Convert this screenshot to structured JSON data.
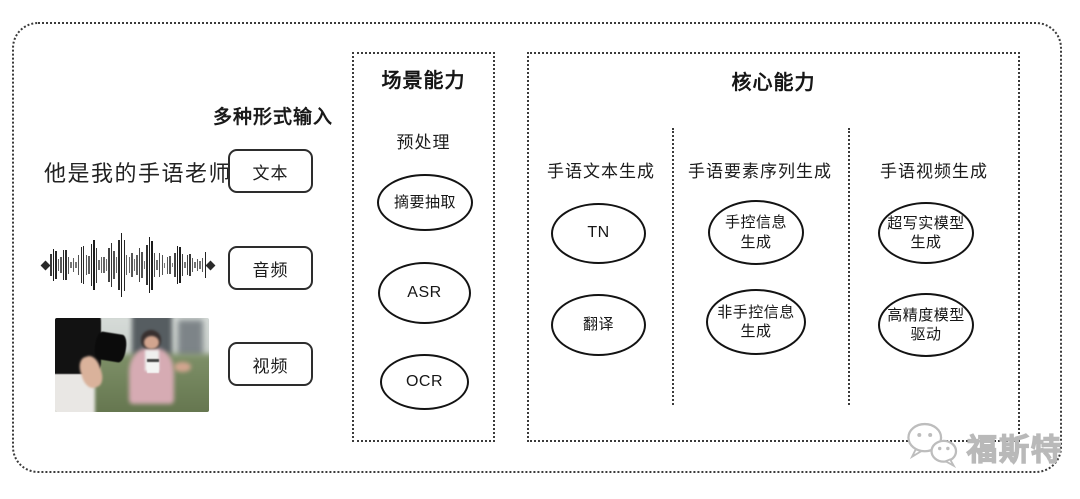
{
  "inputs": {
    "label": "多种形式输入",
    "sentence": "他是我的手语老师",
    "text_label": "文本",
    "audio_label": "音频",
    "video_label": "视频"
  },
  "scene": {
    "title": "场景能力",
    "subtitle": "预处理",
    "nodes": [
      "摘要抽取",
      "ASR",
      "OCR"
    ]
  },
  "core": {
    "title": "核心能力",
    "columns": [
      {
        "header": "手语文本生成",
        "nodes": [
          "TN",
          "翻译"
        ]
      },
      {
        "header": "手语要素序列生成",
        "nodes": [
          "手控信息\n生成",
          "非手控信息\n生成"
        ]
      },
      {
        "header": "手语视频生成",
        "nodes": [
          "超写实模型\n生成",
          "高精度模型\n驱动"
        ]
      }
    ]
  },
  "watermark": {
    "text": "福斯特",
    "icon": "wechat-logo",
    "color": "#bdbdbd"
  },
  "colors": {
    "line": "#3b3b3b",
    "ink": "#1a1a1a",
    "background": "#ffffff"
  }
}
